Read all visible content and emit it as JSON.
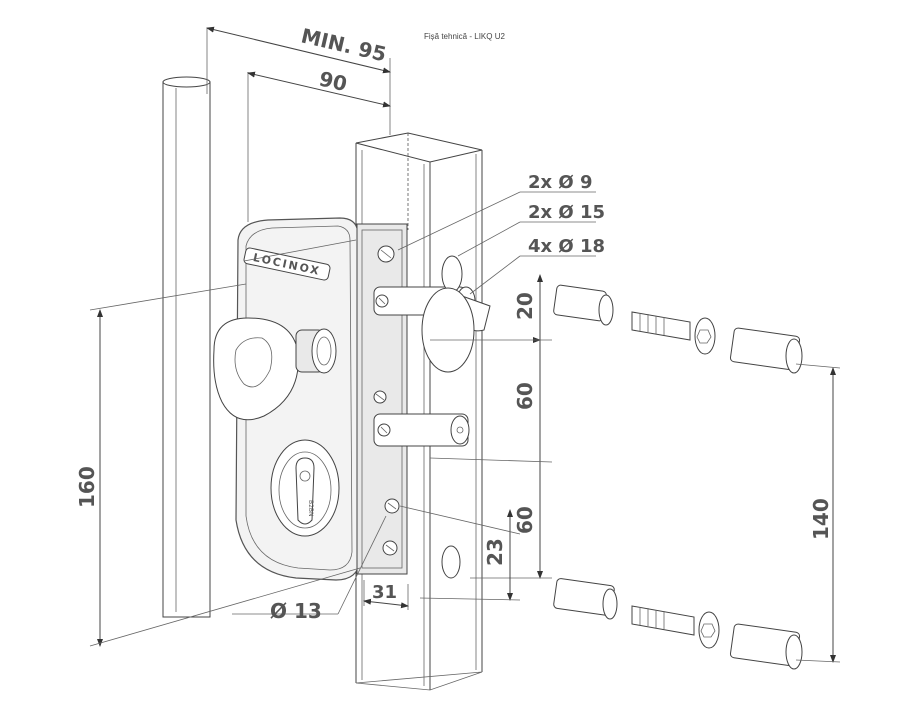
{
  "header": {
    "title": "Fișă tehnică - LIKQ U2"
  },
  "brand": {
    "logo_text": "LOCINOX",
    "cylinder_marking": "B2BN"
  },
  "dimensions": {
    "min_depth": "MIN. 95",
    "depth": "90",
    "holes_small": "2x Ø 9",
    "holes_medium": "2x Ø 15",
    "holes_large": "4x Ø 18",
    "spacing_top": "20",
    "spacing_mid": "60",
    "spacing_low": "60",
    "spacing_bottom": "23",
    "height_total": "160",
    "hole_distance": "140",
    "key_hole": "Ø 13",
    "offset": "31"
  },
  "colors": {
    "line": "#444444",
    "fill": "#f3f3f3",
    "background": "#ffffff"
  }
}
